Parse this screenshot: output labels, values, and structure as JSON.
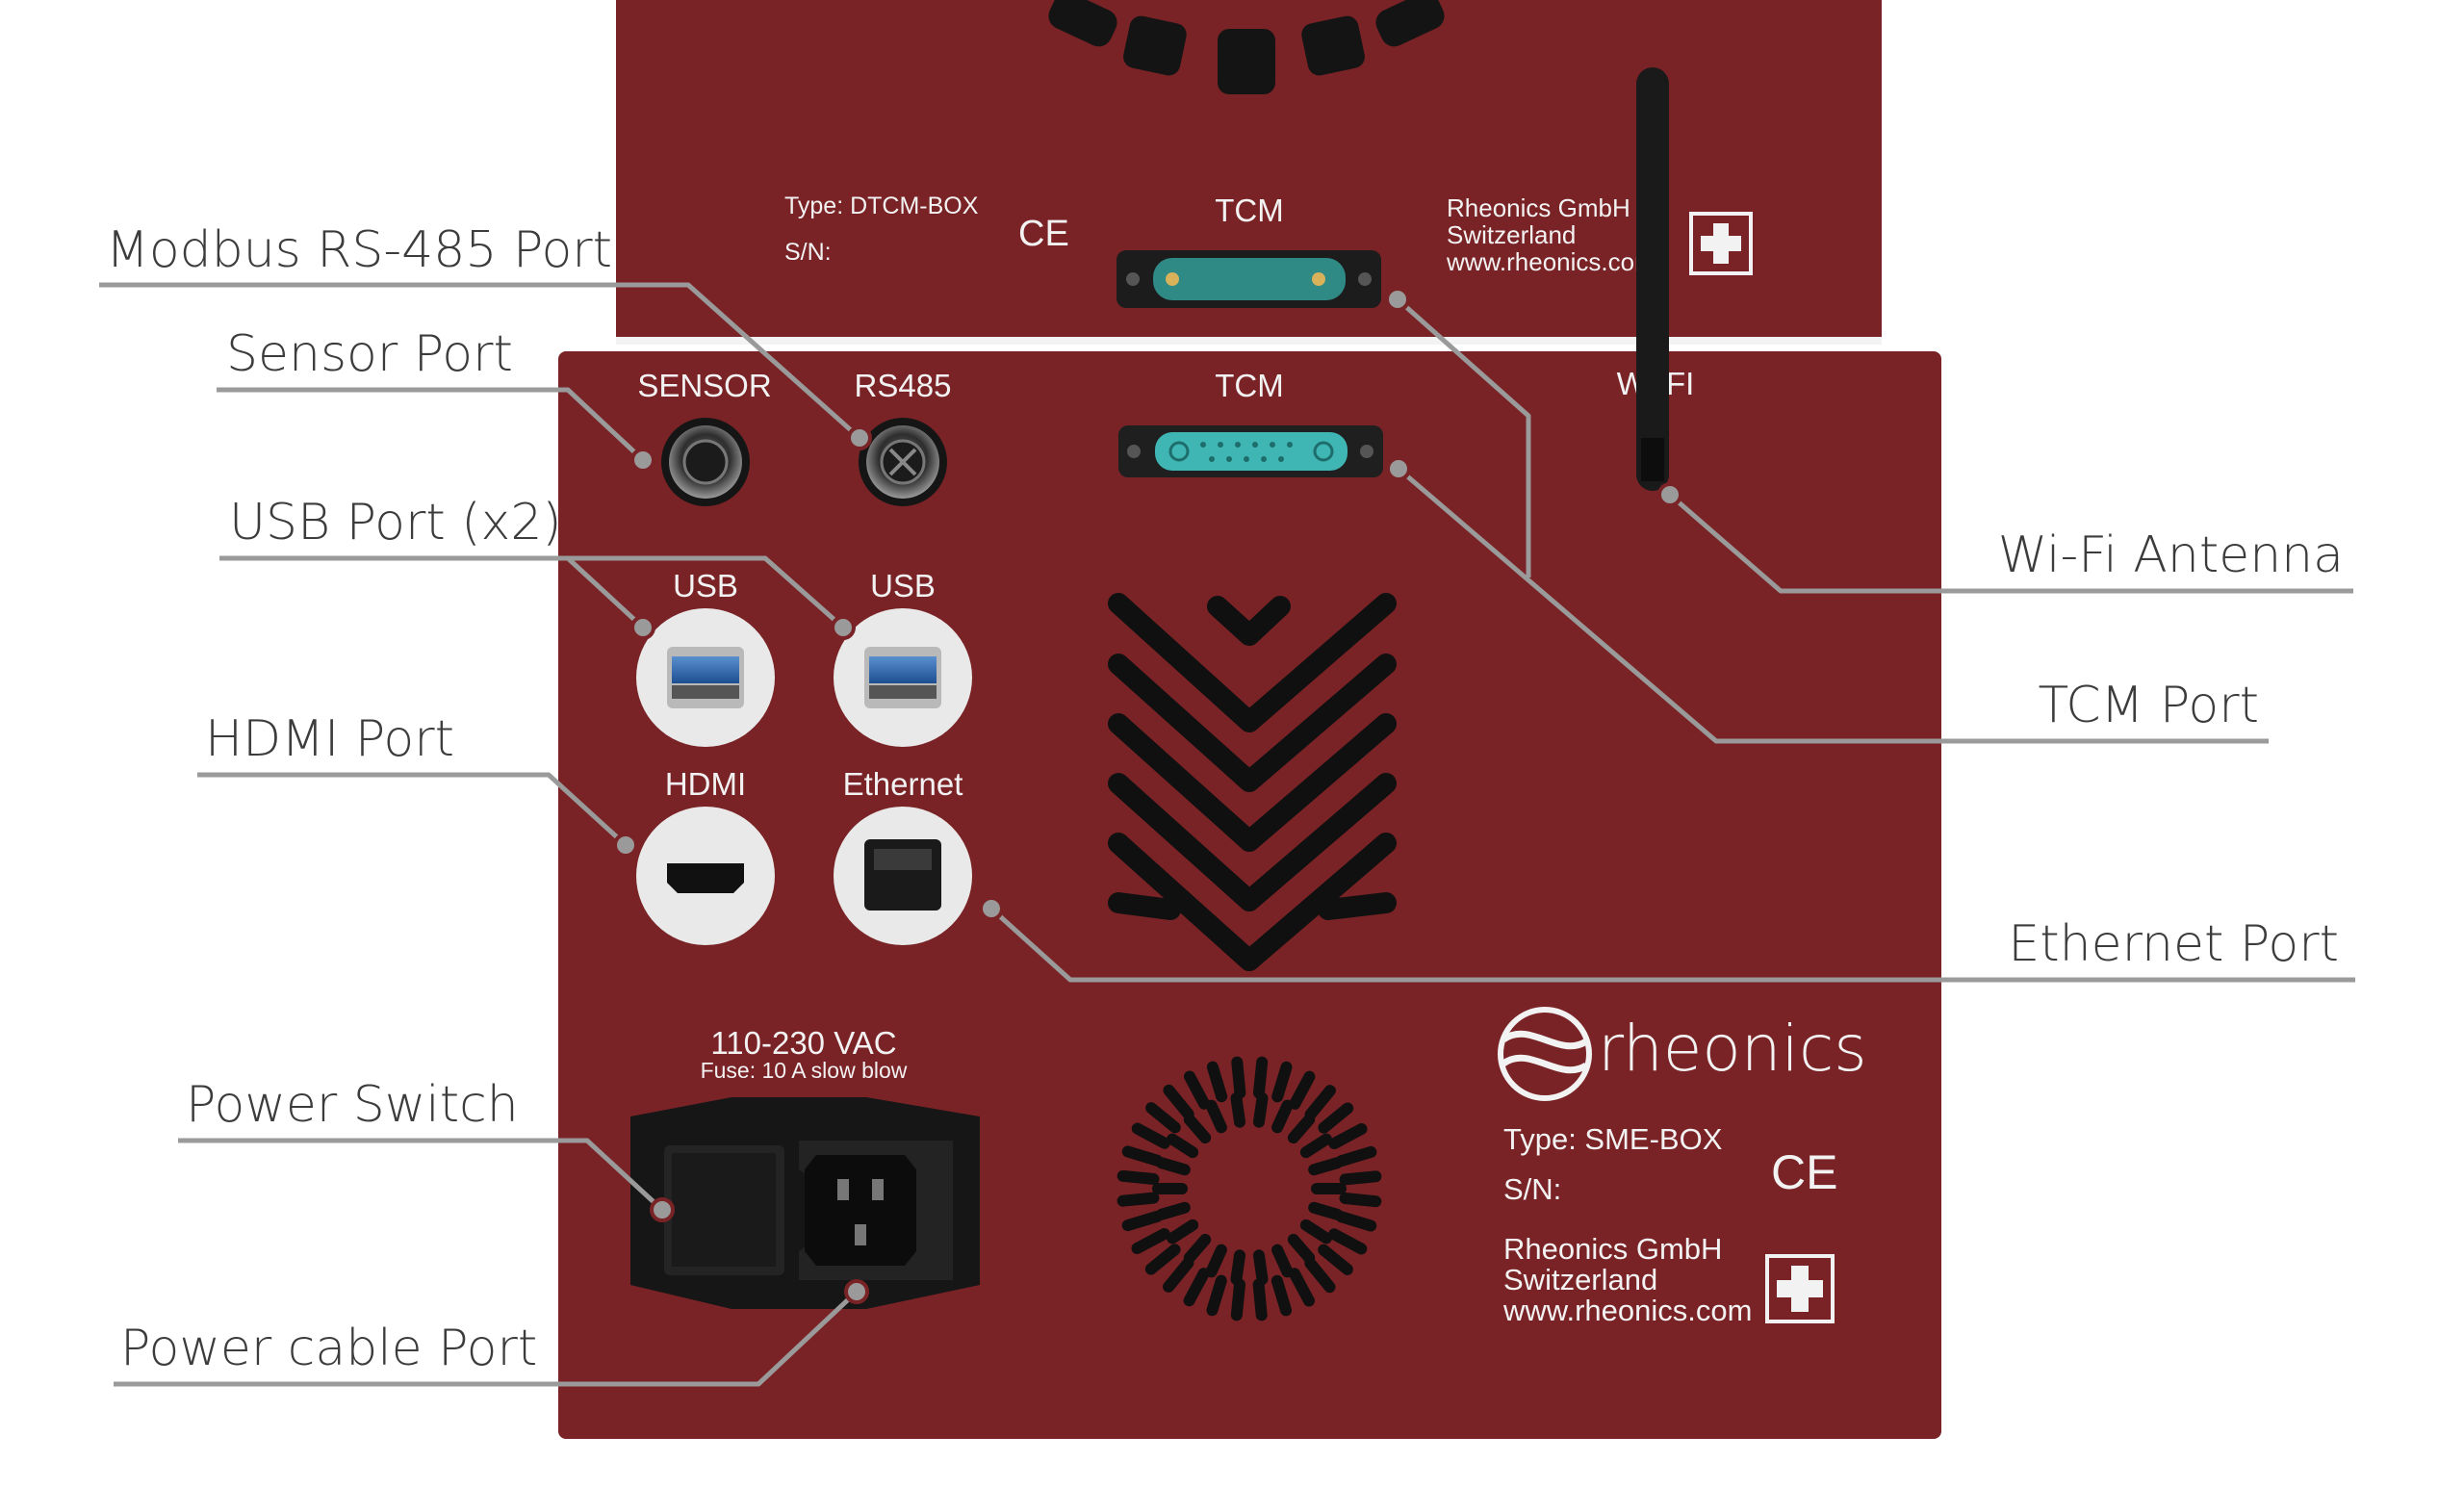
{
  "colors": {
    "panel": "#7a2326",
    "panel_dark": "#5e1a1c",
    "leader": "#9a9a9a",
    "callout_text": "#3c3c3c",
    "label_text": "#f2f2f2",
    "connector_teal": "#3fb6b4",
    "port_white": "#e9e9e9"
  },
  "upper_box": {
    "type": "Type: DTCM-BOX",
    "sn": "S/N:",
    "tcm": "TCM",
    "company": "Rheonics GmbH",
    "country": "Switzerland",
    "web": "www.rheonics.com",
    "ce": "CE"
  },
  "main_box": {
    "sensor": "SENSOR",
    "rs485": "RS485",
    "tcm": "TCM",
    "wifi": "WI-FI",
    "usb_left": "USB",
    "usb_right": "USB",
    "hdmi": "HDMI",
    "ethernet": "Ethernet",
    "voltage": "110-230 VAC",
    "fuse": "Fuse: 10 A slow blow",
    "brand": "rheonics",
    "type": "Type: SME-BOX",
    "sn": "S/N:",
    "ce": "CE",
    "company": "Rheonics GmbH",
    "country": "Switzerland",
    "web": "www.rheonics.com"
  },
  "callouts": {
    "modbus": "Modbus RS-485 Port",
    "sensor": "Sensor Port",
    "usb": "USB Port (x2)",
    "hdmi": "HDMI Port",
    "power_switch": "Power Switch",
    "power_cable": "Power cable Port",
    "wifi": "Wi-Fi Antenna",
    "tcm": "TCM Port",
    "ethernet": "Ethernet Port"
  }
}
